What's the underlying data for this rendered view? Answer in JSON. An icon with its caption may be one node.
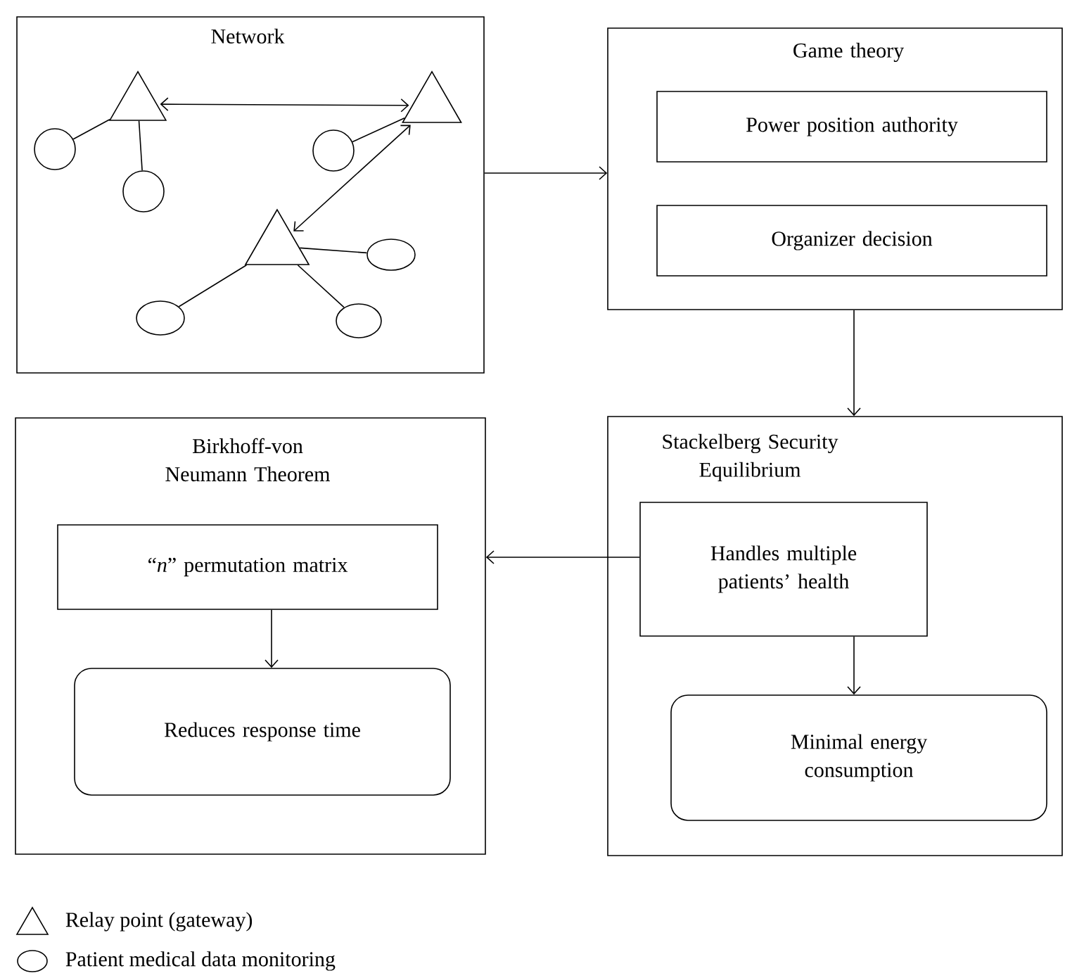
{
  "diagram": {
    "nodes": [
      {
        "text": [
          "Network"
        ]
      },
      {
        "text": [],
        "shape": "triangle",
        "in": 0
      },
      {
        "text": [],
        "shape": "triangle",
        "in": 0
      },
      {
        "text": [],
        "shape": "circle",
        "in": 0
      },
      {
        "text": [],
        "shape": "circle",
        "in": 0
      },
      {
        "text": [],
        "shape": "circle",
        "in": 0
      },
      {
        "text": [],
        "shape": "triangle",
        "in": 0
      },
      {
        "text": [],
        "shape": "circle",
        "in": 0
      },
      {
        "text": [],
        "shape": "circle",
        "in": 0
      },
      {
        "text": [],
        "shape": "circle",
        "in": 0
      },
      {
        "text": [
          "Game theory"
        ]
      },
      {
        "text": [
          "Power position authority"
        ],
        "in": 10
      },
      {
        "text": [
          "Organizer decision"
        ],
        "in": 10
      },
      {
        "text": [
          "Stackelberg Security Equilibrium"
        ]
      },
      {
        "text": [
          "Handles multiple patients’ health"
        ],
        "in": 13
      },
      {
        "text": [
          "Minimal energy consumption"
        ],
        "in": 13
      },
      {
        "text": [
          "Birkhoff-von Neumann Theorem"
        ]
      },
      {
        "text": [
          "“*n*” permutation matrix"
        ],
        "in": 16
      },
      {
        "text": [
          "Reduces response time"
        ],
        "in": 16
      }
    ],
    "edges": [
      {
        "from": 1,
        "to": 2,
        "arrow": "both"
      },
      {
        "from": 3,
        "to": 1,
        "arrow": "none"
      },
      {
        "from": 5,
        "to": 1,
        "arrow": "none"
      },
      {
        "from": 4,
        "to": 2,
        "arrow": "none"
      },
      {
        "from": 2,
        "to": 6,
        "arrow": "both"
      },
      {
        "from": 6,
        "to": 7,
        "arrow": "none"
      },
      {
        "from": 6,
        "to": 8,
        "arrow": "none"
      },
      {
        "from": 6,
        "to": 9,
        "arrow": "none"
      },
      {
        "from": 0,
        "to": 10,
        "arrow": "to"
      },
      {
        "from": 10,
        "to": 13,
        "arrow": "to"
      },
      {
        "from": 14,
        "to": 16,
        "arrow": "to"
      },
      {
        "from": 14,
        "to": 15,
        "arrow": "to"
      },
      {
        "from": 17,
        "to": 18,
        "arrow": "to"
      }
    ],
    "legend": [
      {
        "text": "Relay point (gateway)"
      },
      {
        "text": "Patient medical data monitoring"
      }
    ]
  }
}
